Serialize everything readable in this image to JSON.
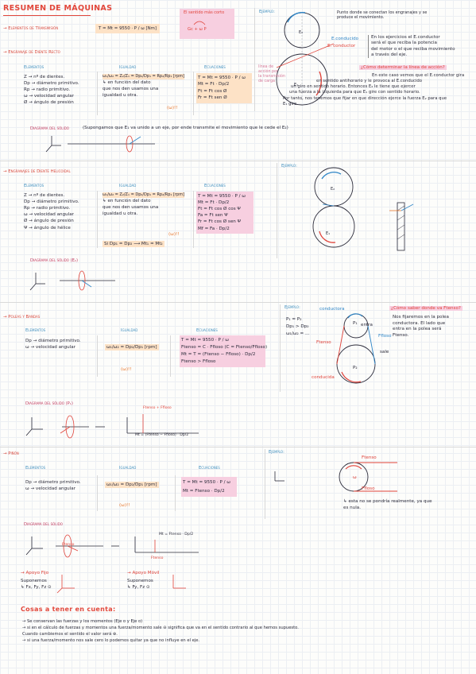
{
  "header": {
    "title": "RESUMEN DE MÁQUINAS",
    "transmission_label": "→ Elementos de Transmisión",
    "formula_main": "T = Mt = 9550 · P / ω  [Nm]",
    "note_top": "El sentido más corto",
    "note_bottom": "Gc + ω P",
    "example_label": "Ejemplo:",
    "point_note": [
      "Punto donde se conectan los engranajes y se",
      "produce el movimiento."
    ],
    "conductor_label": "E.conducido",
    "driven_label": "E. conductor",
    "explanation": [
      "En los ejercicios el E.conductor",
      "será el que reciba la potencia",
      "del motor o el que reciba movimiento",
      "a través del eje."
    ],
    "line_action_label": [
      "línea de",
      "acción por",
      "la transmisión",
      "de carga"
    ],
    "question": "¿Cómo determinar la línea de acción?",
    "case_text": [
      "En este caso vemos que el E.conductor gira",
      "en sentido antihorario y le provoca al E.conducido",
      "un giro en sentido horario. Entonces E₂ le tiene que ejercer",
      "una fuerza a la izquierda para que E₁ gire con sentido horario.",
      "Por tanto, nos tenemos que fijar en que dirección ejerce la fuerza E₂ para que",
      "E₁ gire."
    ]
  },
  "recto": {
    "section": "→ Engranaje de Diente Recto",
    "col_elements": "Elementos",
    "col_equality": "Igualdad",
    "col_equations": "Ecuaciones",
    "elements": [
      "Z → nº de dientes.",
      "Dp → diámetro primitivo.",
      "Rp → radio primitivo.",
      "ω → velocidad angular",
      "Ø → ángulo de presión"
    ],
    "equality": [
      "ω₁/ω₂ = Z₂/Z₁ = Dp₂/Dp₁ = Rp₂/Rp₁  [rpm]",
      "↳ en función del dato",
      "que nos den usamos una",
      "igualdad u otra."
    ],
    "equality_tag": "(ω)!!",
    "equations": [
      "T = Mt = 9550 · P / ω",
      "Mt = Ft · Dp/2",
      "Ft = Ft cos Ø",
      "Fr = Ft sen Ø"
    ],
    "diagram_label": "Diagrama del sólido",
    "diagram_note": "(Supongamos que E₁ va unido a un eje, por ende transmite el movimiento que le cede el E₂)"
  },
  "helicoidal": {
    "section": "→ Engranajes de Diente Helicoidal",
    "col_elements": "Elementos",
    "col_equality": "Igualdad",
    "col_equations": "Ecuaciones",
    "elements": [
      "Z → nº de dientes.",
      "Dp → diámetro primitivo.",
      "Rp → radio primitivo.",
      "ω → velocidad angular",
      "Ø → ángulo de presión",
      "Ψ → ángulo de hélice"
    ],
    "equality": [
      "ω₁/ω₂ = Z₂/Z₁ = Dp₂/Dp₁ = Rp₂/Rp₁  [rpm]",
      "↳ en función del dato",
      "que nos den usamos una",
      "igualdad u otra."
    ],
    "equality_tag": "(ω)!!",
    "equality_note": "Si Dp₁ = Dp₂ ⟶ Mt₁ = Mt₂",
    "equations": [
      "T = Mt = 9550 · P / ω",
      "Mt = Ft · Dp/2",
      "Ft = Ft cos Ø cos Ψ",
      "Fa = Ft sen Ψ",
      "Fr = Ft cos Ø sen Ψ",
      "Mf = Fa · Dp/2"
    ],
    "example_label": "Ejemplo:",
    "diagram_label": "Diagrama del sólido (E₂)"
  },
  "poleas": {
    "section": "→ Poleas y Bandas",
    "col_elements": "Elementos",
    "col_equality": "Igualdad",
    "col_equations": "Ecuaciones",
    "elements": [
      "Dp → diámetro primitivo.",
      "ω → velocidad angular"
    ],
    "equality": [
      "ω₁/ω₂ = Dp₂/Dp₁  [rpm]"
    ],
    "equality_tag": "(ω)!!",
    "equations": [
      "T = Mt = 9550 · P / ω",
      "Ftenso = C · Ffloso   (C = Ftenso/Ffloso)",
      "Mt = T = (Ftenso − Ffloso) · Dp/2",
      "Ftenso > Ffloso"
    ],
    "example_label": "Ejemplo:",
    "example_vals": [
      "P₁ = P₂",
      "Dp₁ > Dp₂",
      "ω₁/ω₂ = ..."
    ],
    "question": "¿Cómo saber donde va Ftenso?",
    "answer": [
      "Nos fijaremos en la polea",
      "conductora. El lado que",
      "entra en la polea será",
      "Ftenso."
    ],
    "labels": [
      "conductora",
      "Ftenso",
      "Ffloso",
      "entra",
      "conducida",
      "sale",
      "P₁",
      "P₂"
    ],
    "diagram_label": "Diagrama del sólido (P₁)",
    "diagram_force": "Ftenso + Ffloso",
    "diagram_mt": "Mt = (Ftenso − Ffloso) · Dp/2"
  },
  "pinon": {
    "section": "→ Piñón",
    "col_elements": "Elementos",
    "col_equality": "Igualdad",
    "col_equations": "Ecuaciones",
    "elements": [
      "Dp → diámetro primitivo.",
      "ω → velocidad angular"
    ],
    "equality": [
      "ω₁/ω₂ = Dp₂/Dp₁  [rpm]"
    ],
    "equality_tag": "(ω)!!",
    "equations": [
      "T = Mt = 9550 · P / ω",
      "Mt = Ftenso · Dp/2"
    ],
    "example_label": "Ejemplo:",
    "example_labels": [
      "Ftenso",
      "Ffloso",
      "ω"
    ],
    "note": [
      "↳ esta no se pondría realmente, ya que",
      "es nula."
    ],
    "diagram_label": "Diagrama del sólido",
    "diagram_labels": [
      "Ftenso",
      "Mt = Ftenso · Dp/2",
      "Ftenso"
    ]
  },
  "apoyos": {
    "fijo_label": "→ Apoyo Fijo",
    "fijo_text": [
      "Suponemos",
      "↳ Fx, Fy, Fz ⊙"
    ],
    "movil_label": "→ Apoyo Móvil",
    "movil_text": [
      "Suponemos",
      "↳ Fy, Fz ⊙"
    ]
  },
  "cosas": {
    "title": "Cosas a tener en cuenta:",
    "items": [
      "→ Se conservan las fuerzas y los momentos (Eje o y Eje o)",
      "→ si en el cálculo de fuerzas y momentos una fuerza/momento sale ⊖ significa que va en el sentido contrario al que hemos supuesto.",
      "  Cuando cambiemos el sentido el valor será ⊕.",
      "→ si una fuerza/momento nos sale cero lo podemos quitar ya que no influye en el eje."
    ]
  },
  "colors": {
    "title": "#e2473b",
    "pink_box": "#f7cfe0",
    "orange_box": "#fde2c6",
    "accent_blue": "#3f8fbf",
    "accent_red": "#e0433a"
  }
}
